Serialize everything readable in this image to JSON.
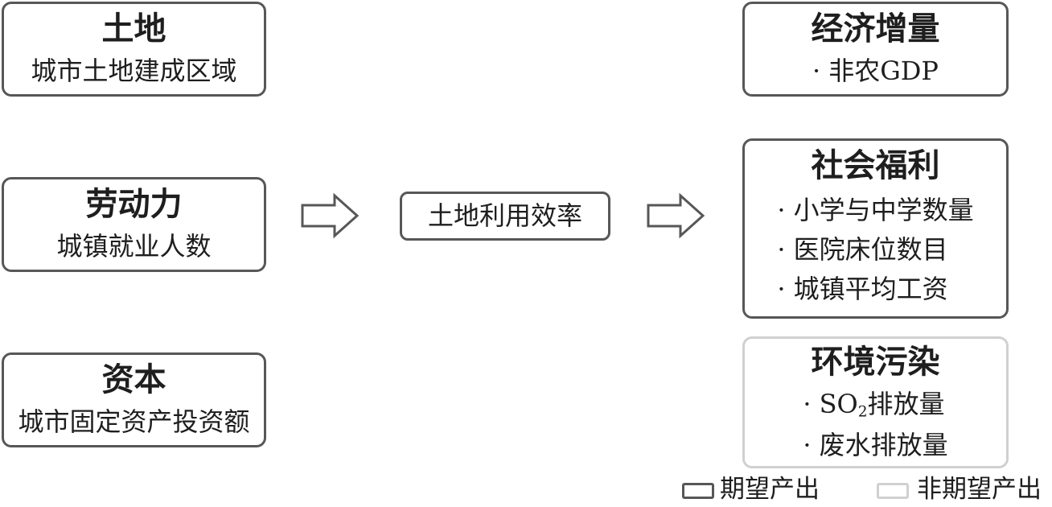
{
  "bullet": "·",
  "inputs": [
    {
      "title": "土地",
      "subtitle": "城市土地建成区域"
    },
    {
      "title": "劳动力",
      "subtitle": "城镇就业人数"
    },
    {
      "title": "资本",
      "subtitle": "城市固定资产投资额"
    }
  ],
  "center": {
    "label": "土地利用效率"
  },
  "outputs": {
    "economic": {
      "title": "经济增量",
      "items": [
        "非农GDP"
      ]
    },
    "social": {
      "title": "社会福利",
      "items": [
        "小学与中学数量",
        "医院床位数目",
        "城镇平均工资"
      ]
    },
    "environment": {
      "title": "环境污染",
      "items": [
        {
          "text": "SO",
          "sub": "2",
          "suffix": "排放量"
        },
        {
          "text": "废水排放量"
        }
      ]
    }
  },
  "legend": {
    "desirable": "期望产出",
    "undesirable": "非期望产出"
  },
  "colors": {
    "desirable_border": "#575757",
    "undesirable_border": "#d0d0d0",
    "text": "#1e1e1e"
  }
}
